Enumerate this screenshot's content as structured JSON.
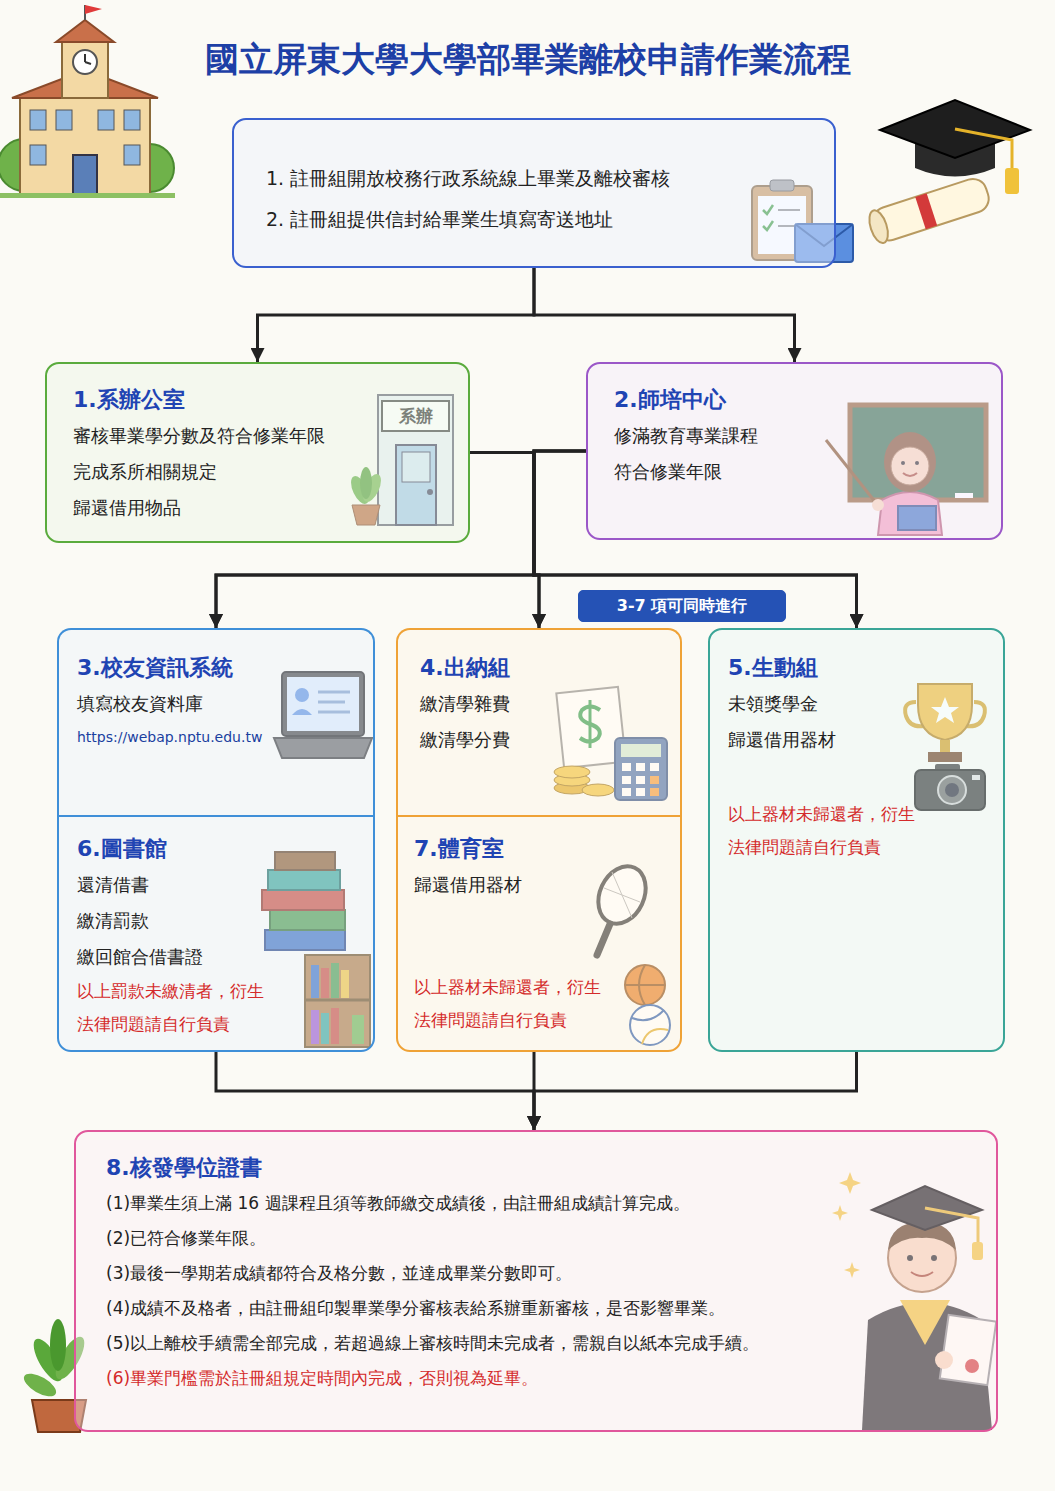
{
  "diagram": {
    "title": "國立屏東大學大學部畢業離校申請作業流程",
    "nodes": [
      {
        "text": [
          "1. 註冊組開放校務行政系統線上畢業及離校審核",
          "2. 註冊組提供信封給畢業生填寫寄送地址"
        ]
      },
      {
        "text": [
          "1.系辦公室",
          "審核畢業學分數及符合修業年限",
          "完成系所相關規定",
          "歸還借用物品"
        ]
      },
      {
        "text": [
          "2.師培中心",
          "修滿教育專業課程",
          "符合修業年限"
        ]
      },
      {
        "text": [
          "3-7 項可同時進行"
        ]
      },
      {
        "text": [
          "3.校友資訊系統",
          "填寫校友資料庫",
          "https://webap.nptu.edu.tw"
        ]
      },
      {
        "text": [
          "4.出納組",
          "繳清學雜費",
          "繳清學分費"
        ]
      },
      {
        "text": [
          "5.生動組",
          "未領獎學金",
          "歸還借用器材",
          "以上器材未歸還者，衍生 法律問題請自行負責"
        ]
      },
      {
        "text": [
          "6.圖書館",
          "還清借書",
          "繳清罰款",
          "繳回館合借書證",
          "以上罰款未繳清者，衍生 法律問題請自行負責"
        ]
      },
      {
        "text": [
          "7.體育室",
          "歸還借用器材",
          "以上器材未歸還者，衍生 法律問題請自行負責"
        ]
      },
      {
        "text": [
          "8.核發學位證書",
          "(1)畢業生須上滿 16 週課程且須等教師繳交成績後，由註冊組成績計算完成。",
          "(2)已符合修業年限。",
          "(3)最後一學期若成績都符合及格分數，並達成畢業分數即可。",
          "(4)成績不及格者，由註冊組印製畢業學分審核表給系辦重新審核，是否影響畢業。",
          "(5)以上離校手續需全部完成，若超過線上審核時間未完成者，需親自以紙本完成手續。",
          "(6)畢業門檻需於註冊組規定時間內完成，否則視為延畢。"
        ]
      }
    ],
    "edges": [
      {
        "from": 0,
        "to": 1,
        "arrow": "to"
      },
      {
        "from": 0,
        "to": 2,
        "arrow": "to"
      },
      {
        "from": 1,
        "to": 4,
        "arrow": "to"
      },
      {
        "from": 1,
        "to": 5,
        "arrow": "to"
      },
      {
        "from": 1,
        "to": 6,
        "arrow": "to"
      },
      {
        "from": 2,
        "to": 4,
        "arrow": "to"
      },
      {
        "from": 2,
        "to": 5,
        "arrow": "to"
      },
      {
        "from": 2,
        "to": 6,
        "arrow": "to"
      },
      {
        "from": 7,
        "to": 9,
        "arrow": "to"
      },
      {
        "from": 8,
        "to": 9,
        "arrow": "to"
      },
      {
        "from": 6,
        "to": 9,
        "arrow": "to"
      }
    ],
    "labels": [
      "系辦"
    ]
  }
}
